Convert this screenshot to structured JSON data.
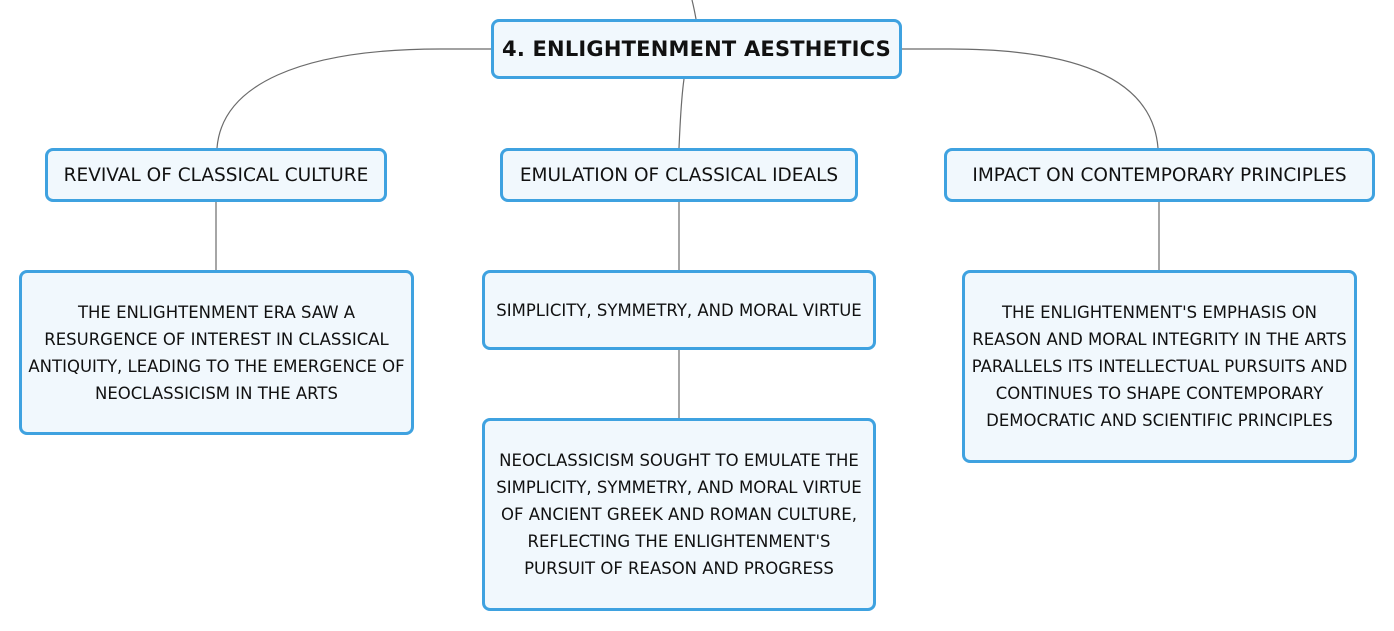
{
  "diagram": {
    "root": {
      "label": "4. ENLIGHTENMENT AESTHETICS"
    },
    "branches": [
      {
        "label": "REVIVAL OF CLASSICAL CULTURE",
        "children": [
          "THE ENLIGHTENMENT ERA SAW A RESURGENCE OF INTEREST IN CLASSICAL ANTIQUITY, LEADING TO THE EMERGENCE OF NEOCLASSICISM IN THE ARTS"
        ]
      },
      {
        "label": "EMULATION OF CLASSICAL IDEALS",
        "children": [
          "SIMPLICITY, SYMMETRY, AND MORAL VIRTUE",
          "NEOCLASSICISM SOUGHT TO EMULATE THE SIMPLICITY, SYMMETRY, AND MORAL VIRTUE OF ANCIENT GREEK AND ROMAN CULTURE, REFLECTING THE ENLIGHTENMENT'S PURSUIT OF REASON AND PROGRESS"
        ]
      },
      {
        "label": "IMPACT ON CONTEMPORARY PRINCIPLES",
        "children": [
          "THE ENLIGHTENMENT'S EMPHASIS ON REASON AND MORAL INTEGRITY IN THE ARTS PARALLELS ITS INTELLECTUAL PURSUITS AND CONTINUES TO SHAPE CONTEMPORARY DEMOCRATIC AND SCIENTIFIC PRINCIPLES"
        ]
      }
    ],
    "colors": {
      "node_border": "#3fa2e0",
      "node_fill": "#f1f8fd",
      "connector": "#6b6b6b",
      "text": "#111111"
    }
  }
}
